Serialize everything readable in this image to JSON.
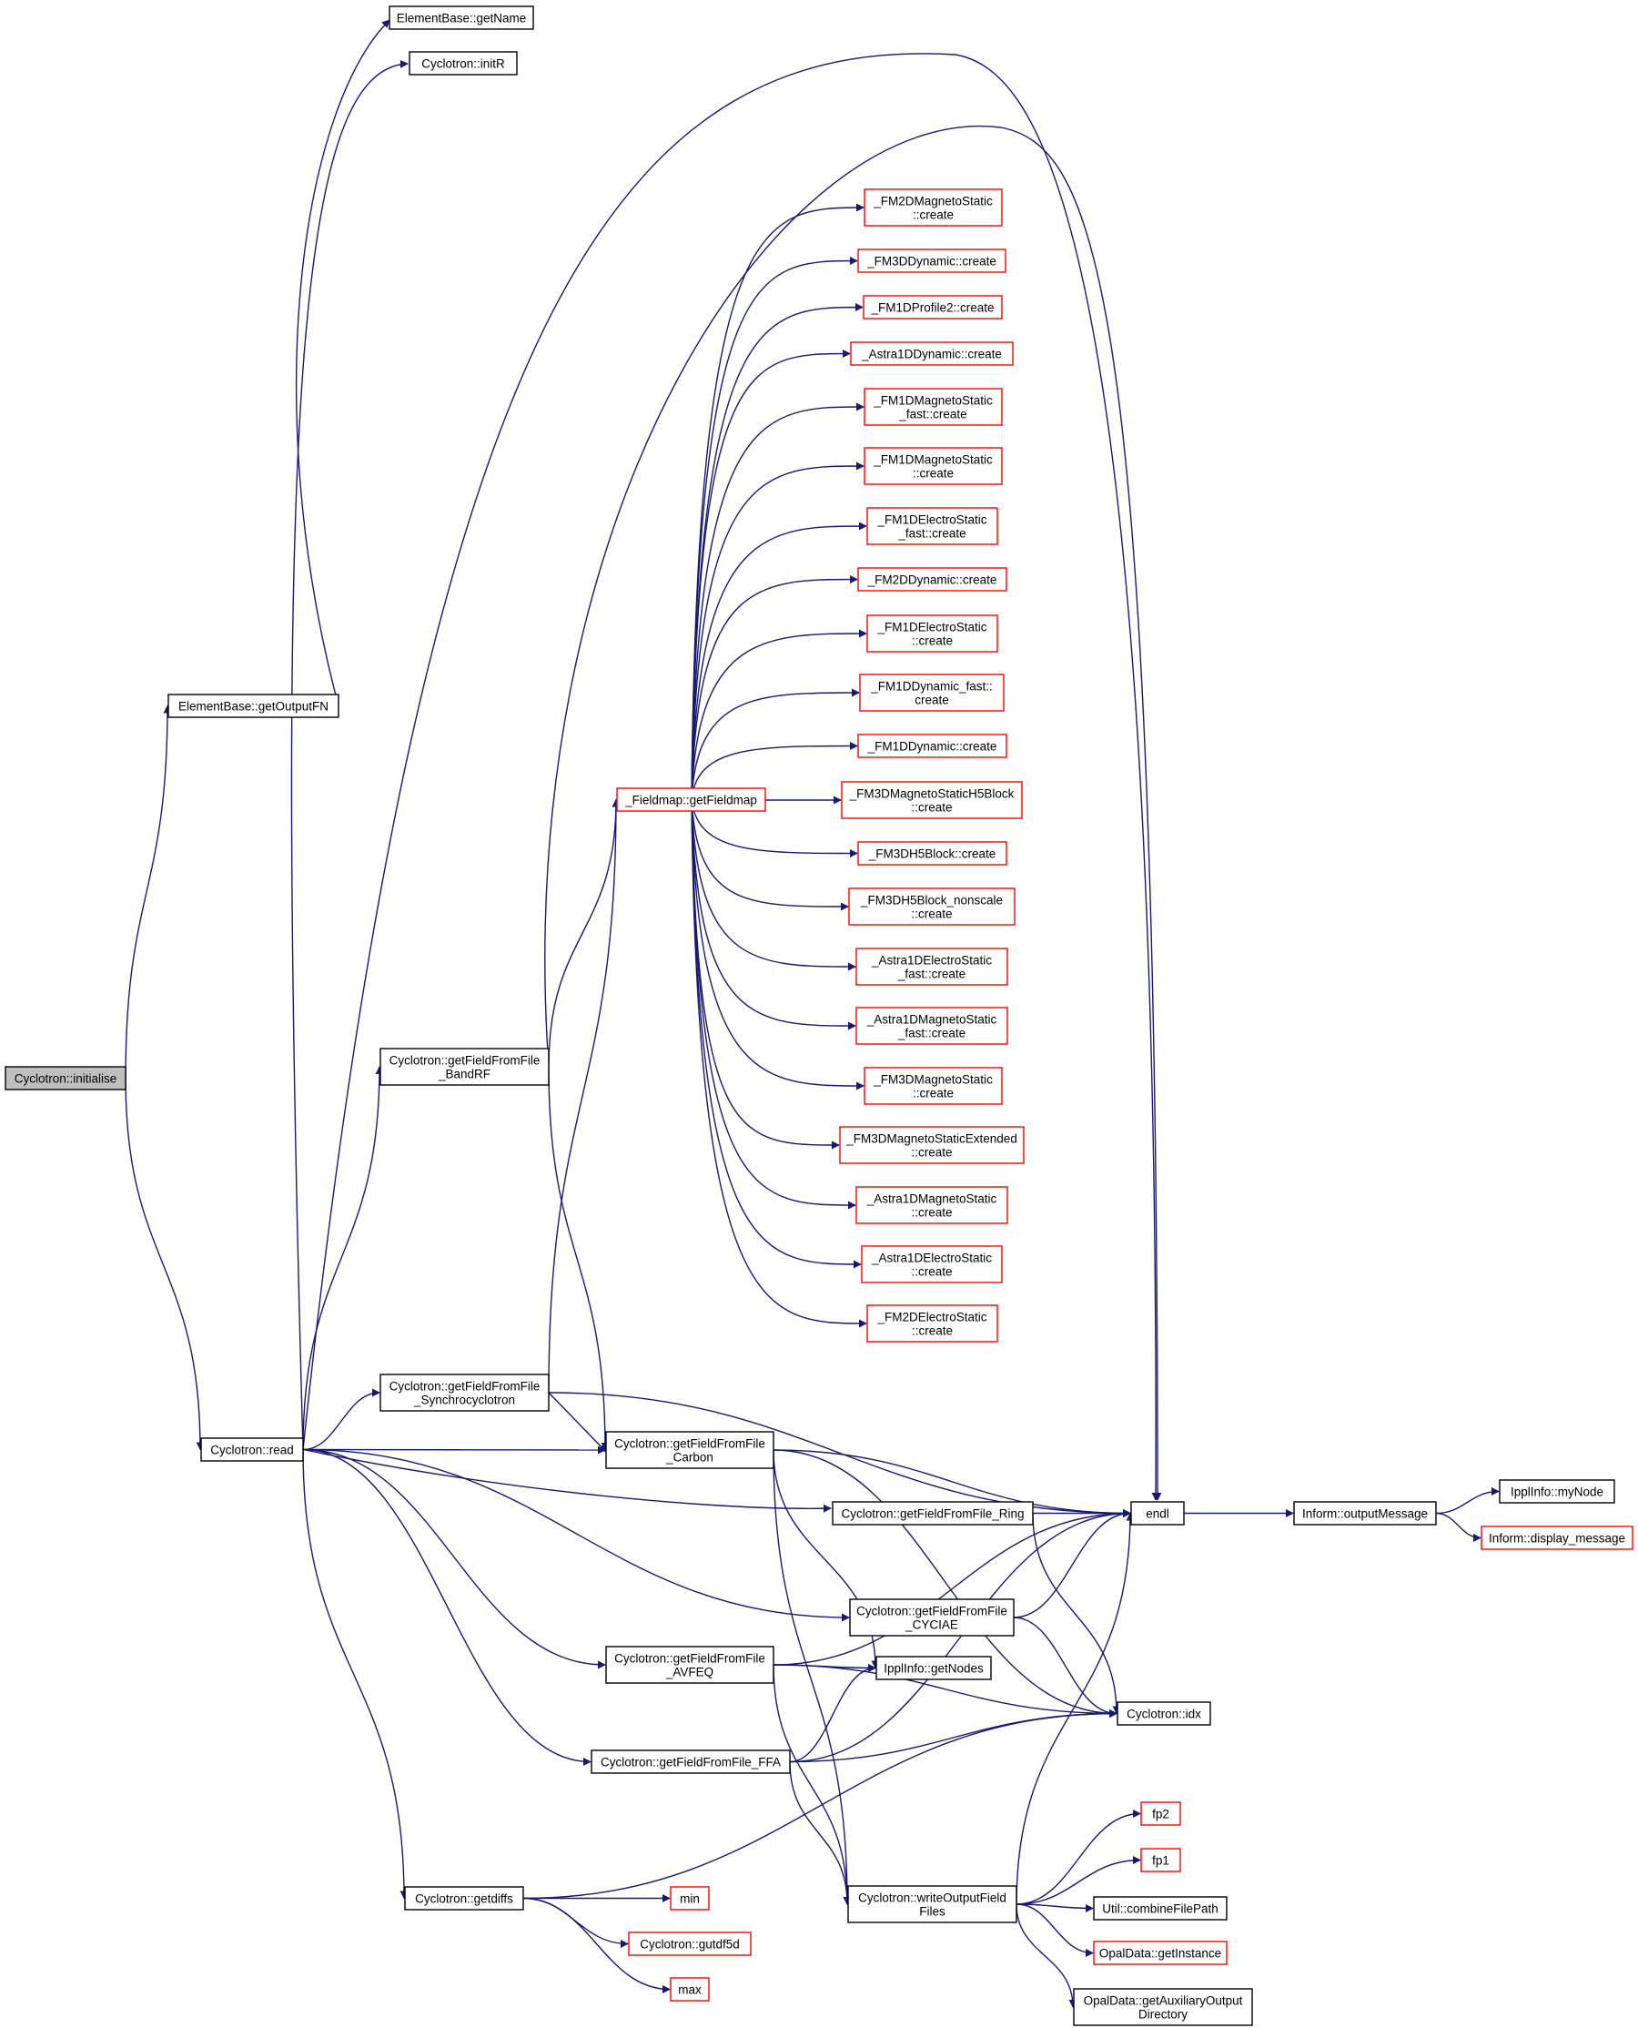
{
  "colors": {
    "edge": "#191970",
    "node_border": "#000000",
    "node_border_incomplete": "#ff0000",
    "node_fill": "#ffffff",
    "root_fill": "#bfbfbf",
    "text": "#000000"
  },
  "nodes": {
    "initialise": {
      "lines": [
        "Cyclotron::initialise"
      ],
      "root": true
    },
    "getOutputFN": {
      "lines": [
        "ElementBase::getOutputFN"
      ]
    },
    "getName": {
      "lines": [
        "ElementBase::getName"
      ]
    },
    "initR": {
      "lines": [
        "Cyclotron::initR"
      ]
    },
    "read": {
      "lines": [
        "Cyclotron::read"
      ]
    },
    "bandRF": {
      "lines": [
        "Cyclotron::getFieldFromFile",
        "_BandRF"
      ]
    },
    "synchro": {
      "lines": [
        "Cyclotron::getFieldFromFile",
        "_Synchrocyclotron"
      ]
    },
    "carbon": {
      "lines": [
        "Cyclotron::getFieldFromFile",
        "_Carbon"
      ]
    },
    "ring": {
      "lines": [
        "Cyclotron::getFieldFromFile_Ring"
      ]
    },
    "cyciae": {
      "lines": [
        "Cyclotron::getFieldFromFile",
        "_CYCIAE"
      ]
    },
    "avfeq": {
      "lines": [
        "Cyclotron::getFieldFromFile",
        "_AVFEQ"
      ]
    },
    "ffa": {
      "lines": [
        "Cyclotron::getFieldFromFile_FFA"
      ]
    },
    "getdiffs": {
      "lines": [
        "Cyclotron::getdiffs"
      ]
    },
    "getFieldmap": {
      "lines": [
        "_Fieldmap::getFieldmap"
      ],
      "incomplete": true
    },
    "fm2dms": {
      "lines": [
        "_FM2DMagnetoStatic",
        "::create"
      ],
      "incomplete": true
    },
    "fm3dd": {
      "lines": [
        "_FM3DDynamic::create"
      ],
      "incomplete": true
    },
    "fm1dp2": {
      "lines": [
        "_FM1DProfile2::create"
      ],
      "incomplete": true
    },
    "a1dd": {
      "lines": [
        "_Astra1DDynamic::create"
      ],
      "incomplete": true
    },
    "fm1dmsf": {
      "lines": [
        "_FM1DMagnetoStatic",
        "_fast::create"
      ],
      "incomplete": true
    },
    "fm1dms": {
      "lines": [
        "_FM1DMagnetoStatic",
        "::create"
      ],
      "incomplete": true
    },
    "fm1desf": {
      "lines": [
        "_FM1DElectroStatic",
        "_fast::create"
      ],
      "incomplete": true
    },
    "fm2dd": {
      "lines": [
        "_FM2DDynamic::create"
      ],
      "incomplete": true
    },
    "fm1des": {
      "lines": [
        "_FM1DElectroStatic",
        "::create"
      ],
      "incomplete": true
    },
    "fm1ddf": {
      "lines": [
        "_FM1DDynamic_fast::",
        "create"
      ],
      "incomplete": true
    },
    "fm1dd": {
      "lines": [
        "_FM1DDynamic::create"
      ],
      "incomplete": true
    },
    "fm3dmsh5": {
      "lines": [
        "_FM3DMagnetoStaticH5Block",
        "::create"
      ],
      "incomplete": true
    },
    "fm3dh5": {
      "lines": [
        "_FM3DH5Block::create"
      ],
      "incomplete": true
    },
    "fm3dh5ns": {
      "lines": [
        "_FM3DH5Block_nonscale",
        "::create"
      ],
      "incomplete": true
    },
    "a1desf": {
      "lines": [
        "_Astra1DElectroStatic",
        "_fast::create"
      ],
      "incomplete": true
    },
    "a1dmsf": {
      "lines": [
        "_Astra1DMagnetoStatic",
        "_fast::create"
      ],
      "incomplete": true
    },
    "fm3dms": {
      "lines": [
        "_FM3DMagnetoStatic",
        "::create"
      ],
      "incomplete": true
    },
    "fm3dmsx": {
      "lines": [
        "_FM3DMagnetoStaticExtended",
        "::create"
      ],
      "incomplete": true
    },
    "a1dms": {
      "lines": [
        "_Astra1DMagnetoStatic",
        "::create"
      ],
      "incomplete": true
    },
    "a1des": {
      "lines": [
        "_Astra1DElectroStatic",
        "::create"
      ],
      "incomplete": true
    },
    "fm2des": {
      "lines": [
        "_FM2DElectroStatic",
        "::create"
      ],
      "incomplete": true
    },
    "endl": {
      "lines": [
        "endl"
      ]
    },
    "outputMessage": {
      "lines": [
        "Inform::outputMessage"
      ]
    },
    "myNode": {
      "lines": [
        "IpplInfo::myNode"
      ]
    },
    "displayMessage": {
      "lines": [
        "Inform::display_message"
      ],
      "incomplete": true
    },
    "getNodes": {
      "lines": [
        "IpplInfo::getNodes"
      ]
    },
    "idx": {
      "lines": [
        "Cyclotron::idx"
      ]
    },
    "writeOut": {
      "lines": [
        "Cyclotron::writeOutputField",
        "Files"
      ]
    },
    "fp2": {
      "lines": [
        "fp2"
      ],
      "incomplete": true
    },
    "fp1": {
      "lines": [
        "fp1"
      ],
      "incomplete": true
    },
    "combine": {
      "lines": [
        "Util::combineFilePath"
      ]
    },
    "getInstance": {
      "lines": [
        "OpalData::getInstance"
      ],
      "incomplete": true
    },
    "getAux": {
      "lines": [
        "OpalData::getAuxiliaryOutput",
        "Directory"
      ]
    },
    "min": {
      "lines": [
        "min"
      ],
      "incomplete": true
    },
    "gutdf5d": {
      "lines": [
        "Cyclotron::gutdf5d"
      ],
      "incomplete": true
    },
    "max": {
      "lines": [
        "max"
      ],
      "incomplete": true
    }
  },
  "edges": [
    [
      "initialise",
      "getOutputFN"
    ],
    [
      "initialise",
      "read"
    ],
    [
      "getOutputFN",
      "getName"
    ],
    [
      "read",
      "initR"
    ],
    [
      "read",
      "endl"
    ],
    [
      "read",
      "bandRF"
    ],
    [
      "read",
      "synchro"
    ],
    [
      "read",
      "carbon"
    ],
    [
      "read",
      "ring"
    ],
    [
      "read",
      "cyciae"
    ],
    [
      "read",
      "avfeq"
    ],
    [
      "read",
      "ffa"
    ],
    [
      "read",
      "getdiffs"
    ],
    [
      "bandRF",
      "endl"
    ],
    [
      "bandRF",
      "getFieldmap"
    ],
    [
      "bandRF",
      "carbon"
    ],
    [
      "synchro",
      "getFieldmap"
    ],
    [
      "synchro",
      "carbon"
    ],
    [
      "synchro",
      "endl"
    ],
    [
      "getFieldmap",
      "fm2dms"
    ],
    [
      "getFieldmap",
      "fm3dd"
    ],
    [
      "getFieldmap",
      "fm1dp2"
    ],
    [
      "getFieldmap",
      "a1dd"
    ],
    [
      "getFieldmap",
      "fm1dmsf"
    ],
    [
      "getFieldmap",
      "fm1dms"
    ],
    [
      "getFieldmap",
      "fm1desf"
    ],
    [
      "getFieldmap",
      "fm2dd"
    ],
    [
      "getFieldmap",
      "fm1des"
    ],
    [
      "getFieldmap",
      "fm1ddf"
    ],
    [
      "getFieldmap",
      "fm1dd"
    ],
    [
      "getFieldmap",
      "fm3dmsh5"
    ],
    [
      "getFieldmap",
      "fm3dh5"
    ],
    [
      "getFieldmap",
      "fm3dh5ns"
    ],
    [
      "getFieldmap",
      "a1desf"
    ],
    [
      "getFieldmap",
      "a1dmsf"
    ],
    [
      "getFieldmap",
      "fm3dms"
    ],
    [
      "getFieldmap",
      "fm3dmsx"
    ],
    [
      "getFieldmap",
      "a1dms"
    ],
    [
      "getFieldmap",
      "a1des"
    ],
    [
      "getFieldmap",
      "fm2des"
    ],
    [
      "carbon",
      "endl"
    ],
    [
      "carbon",
      "idx"
    ],
    [
      "carbon",
      "getNodes"
    ],
    [
      "carbon",
      "writeOut"
    ],
    [
      "ring",
      "endl"
    ],
    [
      "ring",
      "idx"
    ],
    [
      "cyciae",
      "endl"
    ],
    [
      "cyciae",
      "idx"
    ],
    [
      "avfeq",
      "endl"
    ],
    [
      "avfeq",
      "getNodes"
    ],
    [
      "avfeq",
      "idx"
    ],
    [
      "avfeq",
      "writeOut"
    ],
    [
      "ffa",
      "getNodes"
    ],
    [
      "ffa",
      "endl"
    ],
    [
      "ffa",
      "idx"
    ],
    [
      "ffa",
      "writeOut"
    ],
    [
      "getdiffs",
      "idx"
    ],
    [
      "getdiffs",
      "min"
    ],
    [
      "getdiffs",
      "gutdf5d"
    ],
    [
      "getdiffs",
      "max"
    ],
    [
      "writeOut",
      "endl"
    ],
    [
      "writeOut",
      "fp2"
    ],
    [
      "writeOut",
      "fp1"
    ],
    [
      "writeOut",
      "combine"
    ],
    [
      "writeOut",
      "getInstance"
    ],
    [
      "writeOut",
      "getAux"
    ],
    [
      "endl",
      "outputMessage"
    ],
    [
      "outputMessage",
      "myNode"
    ],
    [
      "outputMessage",
      "displayMessage"
    ]
  ]
}
